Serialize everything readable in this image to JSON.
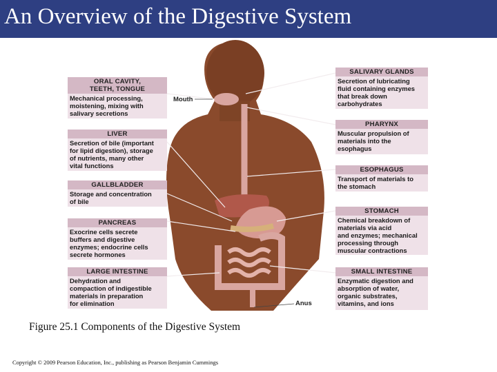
{
  "title": "An Overview of the Digestive System",
  "labels": {
    "mouth": "Mouth",
    "anus": "Anus"
  },
  "left_boxes": [
    {
      "heading": [
        "ORAL CAVITY,",
        "TEETH, TONGUE"
      ],
      "lines": [
        "Mechanical processing,",
        "moistening, mixing with",
        "salivary secretions"
      ]
    },
    {
      "heading": [
        "LIVER"
      ],
      "lines": [
        "Secretion of bile (important",
        "for lipid digestion), storage",
        "of nutrients, many other",
        "vital functions"
      ]
    },
    {
      "heading": [
        "GALLBLADDER"
      ],
      "lines": [
        "Storage and concentration",
        "of bile"
      ]
    },
    {
      "heading": [
        "PANCREAS"
      ],
      "lines": [
        "Exocrine cells secrete",
        "buffers and digestive",
        "enzymes; endocrine cells",
        "secrete hormones"
      ]
    },
    {
      "heading": [
        "LARGE INTESTINE"
      ],
      "lines": [
        "Dehydration and",
        "compaction of indigestible",
        "materials in preparation",
        "for elimination"
      ]
    }
  ],
  "right_boxes": [
    {
      "heading": [
        "SALIVARY GLANDS"
      ],
      "lines": [
        "Secretion of lubricating",
        "fluid containing enzymes",
        "that break down",
        "carbohydrates"
      ]
    },
    {
      "heading": [
        "PHARYNX"
      ],
      "lines": [
        "Muscular propulsion of",
        "materials into the",
        "esophagus"
      ]
    },
    {
      "heading": [
        "ESOPHAGUS"
      ],
      "lines": [
        "Transport of materials to",
        "the stomach"
      ]
    },
    {
      "heading": [
        "STOMACH"
      ],
      "lines": [
        "Chemical breakdown of",
        "materials via acid",
        "and enzymes; mechanical",
        "processing through",
        "muscular contractions"
      ]
    },
    {
      "heading": [
        "SMALL INTESTINE"
      ],
      "lines": [
        "Enzymatic digestion and",
        "absorption of water,",
        "organic substrates,",
        "vitamins, and ions"
      ]
    }
  ],
  "caption": "Figure 25.1 Components of the Digestive System",
  "copyright": "Copyright © 2009 Pearson Education, Inc., publishing as Pearson Benjamin Cummings",
  "colors": {
    "title_bar": "#2e3f82",
    "box_bg": "#efe1e8",
    "box_head": "#d4b8c5",
    "skin": "#8a4a2c",
    "organ": "#d9a6a0"
  }
}
